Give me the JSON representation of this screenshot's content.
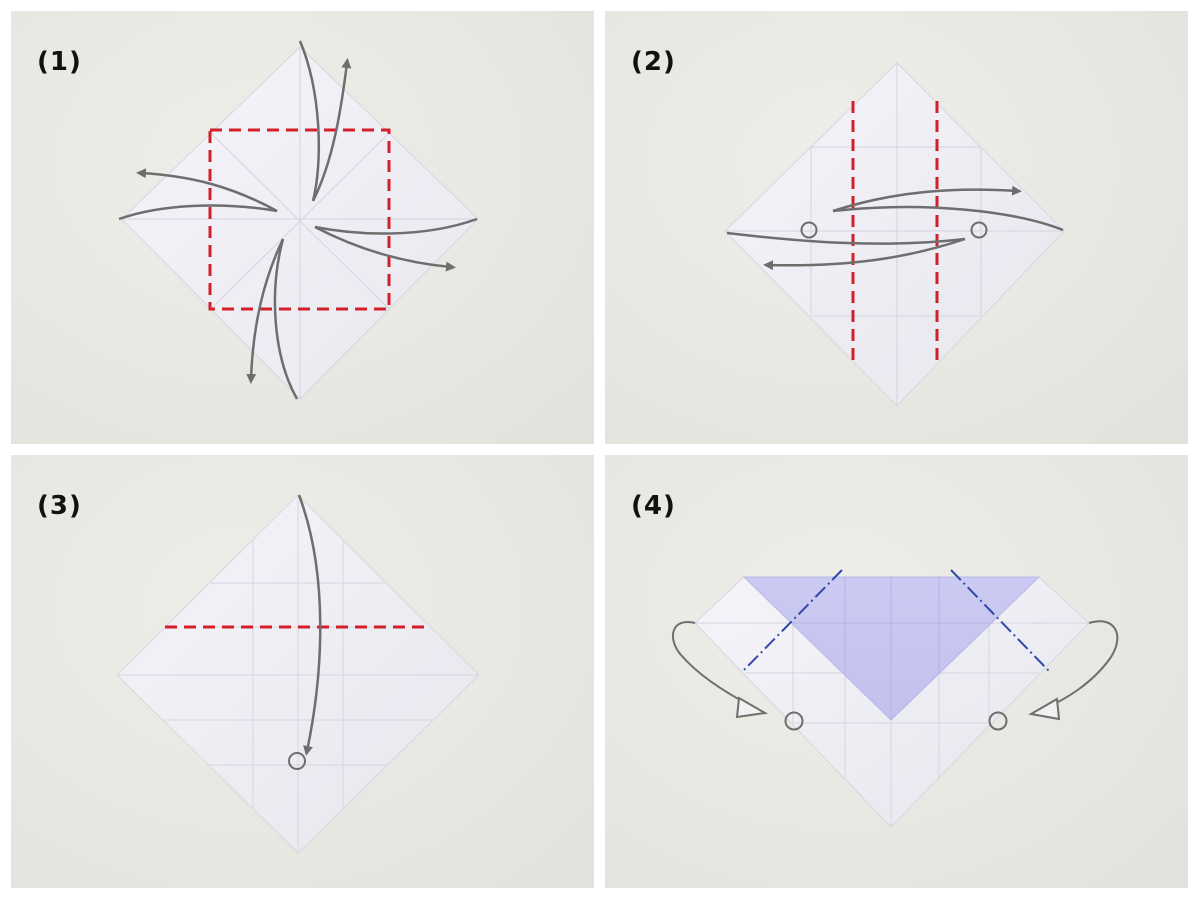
{
  "steps": [
    {
      "label": "(1)"
    },
    {
      "label": "(2)"
    },
    {
      "label": "(3)"
    },
    {
      "label": "(4)"
    }
  ],
  "colors": {
    "background": "#e9e7e1",
    "paper": "#f1f1f7",
    "paper_colored_side": "#c9c8f1",
    "valley_fold_line": "#d21f2a",
    "mountain_fold_line": "#2f49a8",
    "arrow": "#6e6e6e",
    "label": "#111111"
  },
  "legend_symbols": [
    "valley-fold-line",
    "mountain-fold-line",
    "fold-arrow",
    "reference-point-circle",
    "turn-over-arrow"
  ]
}
